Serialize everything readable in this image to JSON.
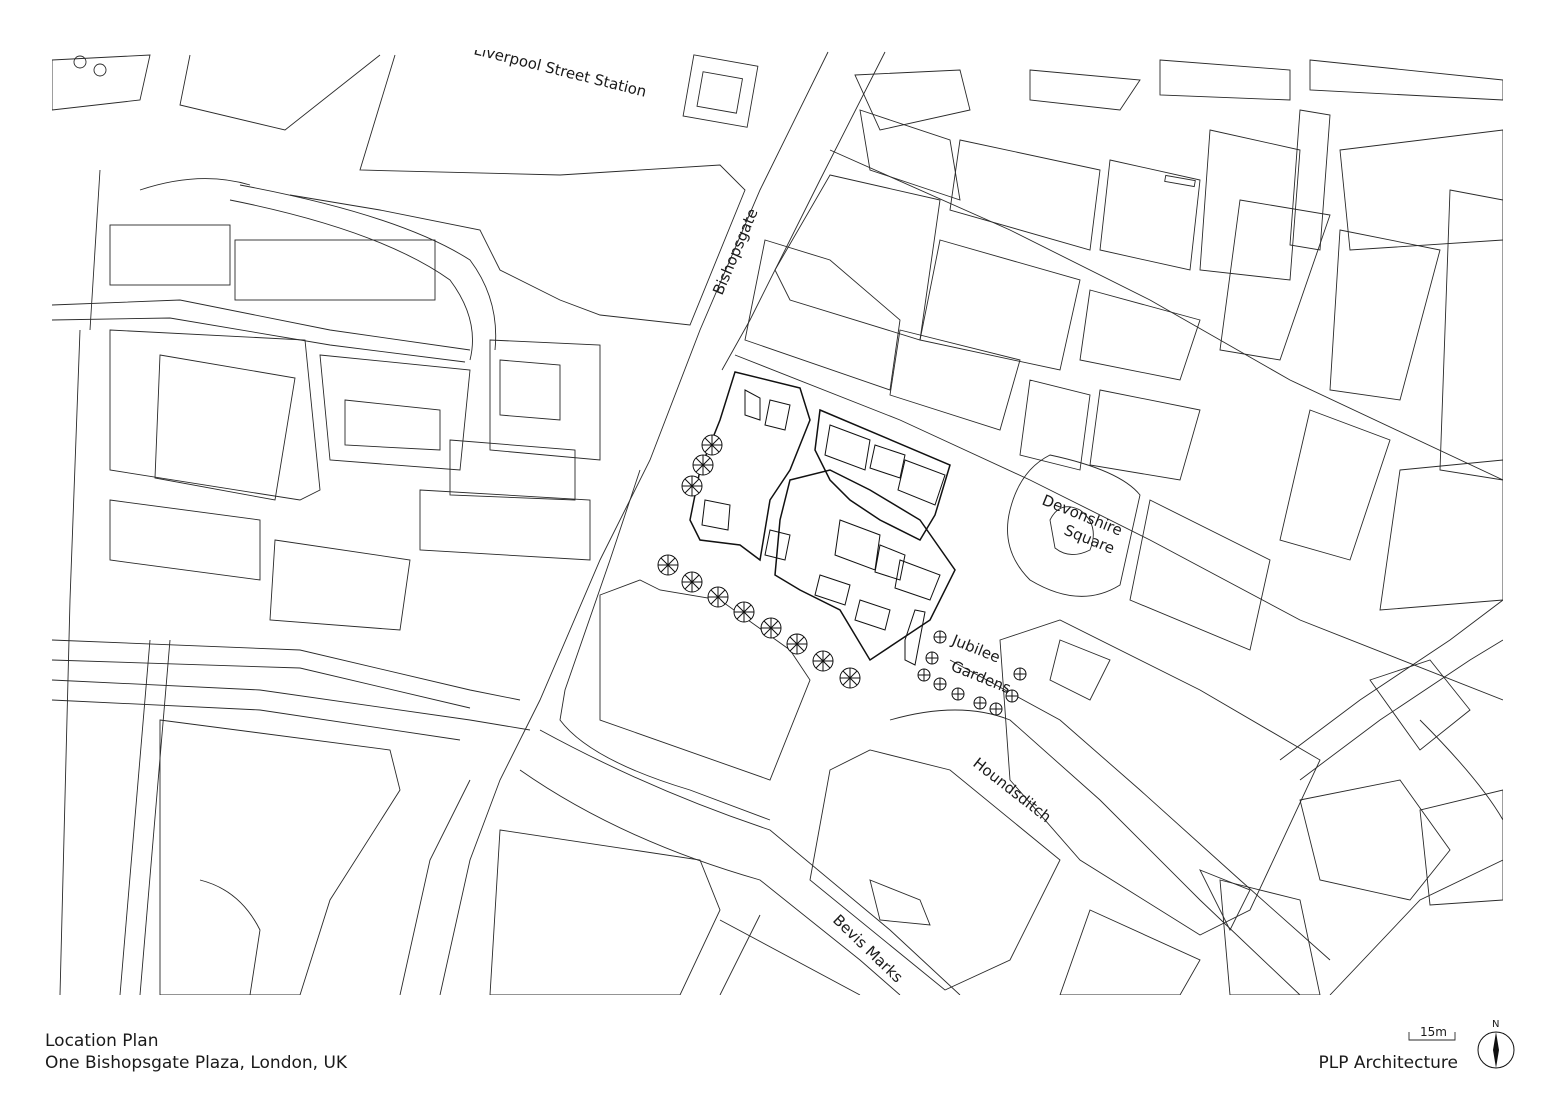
{
  "labels": {
    "liverpool_street_station": "Liverpool Street Station",
    "bishopsgate": "Bishopsgate",
    "devonshire": "Devonshire",
    "square": "Square",
    "jubilee": "Jubilee",
    "gardens": "Gardens",
    "houndsditch": "Houndsditch",
    "bevis_marks": "Bevis Marks"
  },
  "caption": {
    "title": "Location Plan",
    "subtitle": "One Bishopsgate Plaza, London, UK"
  },
  "scale_bar": {
    "label": "15m"
  },
  "north_arrow": {
    "label": "N"
  },
  "credit": "PLP Architecture"
}
